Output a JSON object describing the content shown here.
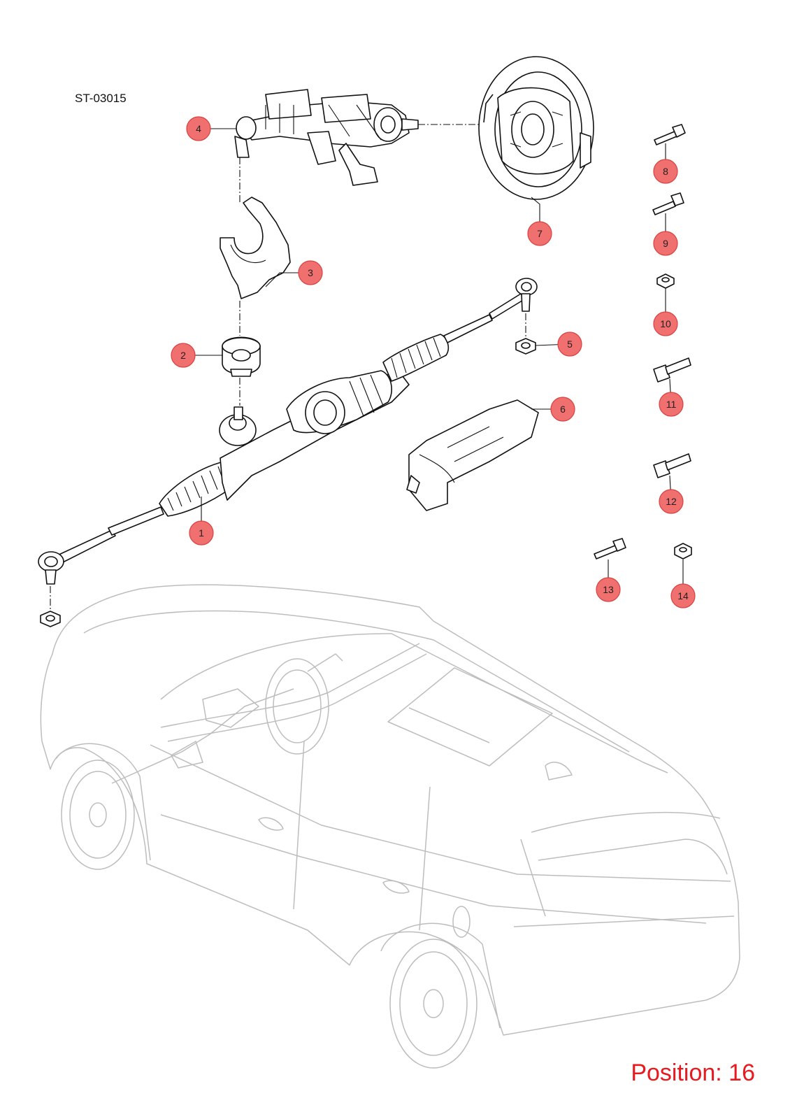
{
  "diagram_code": "ST-03015",
  "position_label": "Position: 16",
  "colors": {
    "callout_fill": "#f07070",
    "callout_stroke": "#d94040",
    "position_text": "#e8191f",
    "car_outline": "#bdbdbd"
  },
  "callouts": [
    {
      "id": "1",
      "label": "1"
    },
    {
      "id": "2",
      "label": "2"
    },
    {
      "id": "3",
      "label": "3"
    },
    {
      "id": "4",
      "label": "4"
    },
    {
      "id": "5",
      "label": "5"
    },
    {
      "id": "6",
      "label": "6"
    },
    {
      "id": "7",
      "label": "7"
    },
    {
      "id": "8",
      "label": "8"
    },
    {
      "id": "9",
      "label": "9"
    },
    {
      "id": "10",
      "label": "10"
    },
    {
      "id": "11",
      "label": "11"
    },
    {
      "id": "12",
      "label": "12"
    },
    {
      "id": "13",
      "label": "13"
    },
    {
      "id": "14",
      "label": "14"
    }
  ]
}
